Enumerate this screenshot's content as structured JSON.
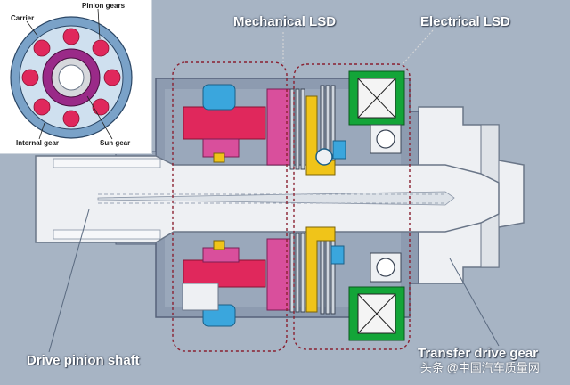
{
  "labels": {
    "mechanical_lsd": "Mechanical LSD",
    "electrical_lsd": "Electrical LSD",
    "drive_pinion_shaft": "Drive pinion shaft",
    "transfer_drive_gear": "Transfer drive gear"
  },
  "inset": {
    "carrier": "Carrier",
    "pinion_gears": "Pinion gears",
    "internal_gear": "Internal gear",
    "sun_gear": "Sun gear"
  },
  "watermark": "头条 @中国汽车质量网",
  "colors": {
    "background": "#a7b4c4",
    "housing": "#8d9bb0",
    "shaft": "#eef0f3",
    "red_part": "#e0285c",
    "magenta_part": "#d94f9c",
    "yellow_part": "#f0c419",
    "green_coil": "#13a538",
    "blue_bearing": "#3aa6dd",
    "dashed_outline": "#8a2030"
  }
}
